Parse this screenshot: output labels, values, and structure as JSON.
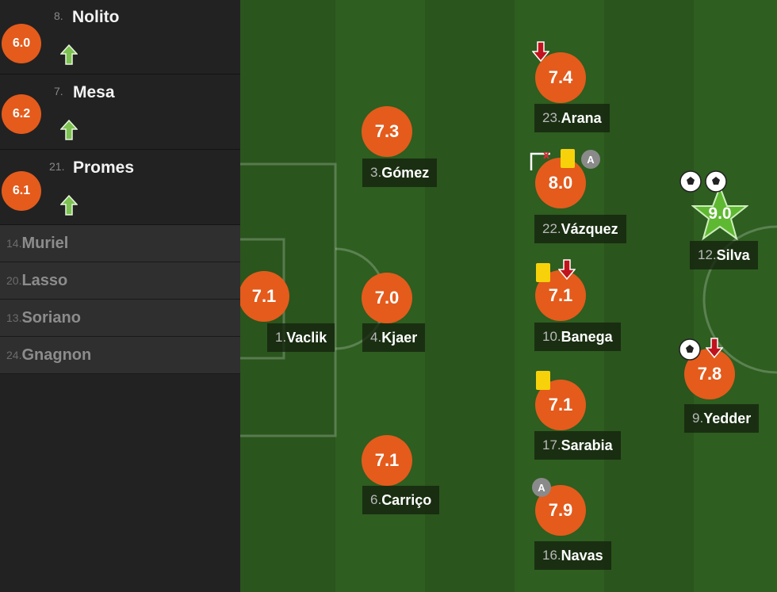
{
  "substitutes": [
    {
      "number": "8.",
      "name": "Nolito",
      "rating": "6.0",
      "icon": "up-arrow-icon"
    },
    {
      "number": "7.",
      "name": "Mesa",
      "rating": "6.2",
      "icon": "up-arrow-icon"
    },
    {
      "number": "21.",
      "name": "Promes",
      "rating": "6.1",
      "icon": "up-arrow-icon"
    }
  ],
  "bench": [
    {
      "number": "14.",
      "name": "Muriel"
    },
    {
      "number": "20.",
      "name": "Lasso"
    },
    {
      "number": "13.",
      "name": "Soriano"
    },
    {
      "number": "24.",
      "name": "Gnagnon"
    }
  ],
  "players": [
    {
      "number": "1.",
      "name": "Vaclik",
      "rating": "7.1"
    },
    {
      "number": "3.",
      "name": "Gómez",
      "rating": "7.3"
    },
    {
      "number": "4.",
      "name": "Kjaer",
      "rating": "7.0"
    },
    {
      "number": "6.",
      "name": "Carriço",
      "rating": "7.1"
    },
    {
      "number": "23.",
      "name": "Arana",
      "rating": "7.4",
      "icons": [
        "down-arrow-icon"
      ]
    },
    {
      "number": "22.",
      "name": "Vázquez",
      "rating": "8.0",
      "icons": [
        "assist-icon",
        "yellow-card-icon",
        "captain-icon"
      ]
    },
    {
      "number": "10.",
      "name": "Banega",
      "rating": "7.1",
      "icons": [
        "yellow-card-icon",
        "down-arrow-icon"
      ]
    },
    {
      "number": "17.",
      "name": "Sarabia",
      "rating": "7.1",
      "icons": [
        "yellow-card-icon"
      ]
    },
    {
      "number": "16.",
      "name": "Navas",
      "rating": "7.9",
      "icons": [
        "captain-icon"
      ]
    },
    {
      "number": "12.",
      "name": "Silva",
      "rating": "9.0",
      "icons": [
        "goal-icon",
        "goal-icon",
        "star-icon"
      ],
      "man_of_the_match": true
    },
    {
      "number": "9.",
      "name": "Yedder",
      "rating": "7.8",
      "icons": [
        "goal-icon",
        "down-arrow-icon"
      ]
    }
  ],
  "icon_labels": {
    "captain": "A"
  },
  "colors": {
    "rating_badge": "#e45b1c",
    "motm_star": "#5fb831",
    "sub_in_arrow": "#7dc253",
    "sub_out_arrow": "#c0131d",
    "yellow_card": "#f7d20a",
    "pitch_dark": "#2a541c",
    "pitch_light": "#2f5e20",
    "panel_bg": "#222222"
  }
}
